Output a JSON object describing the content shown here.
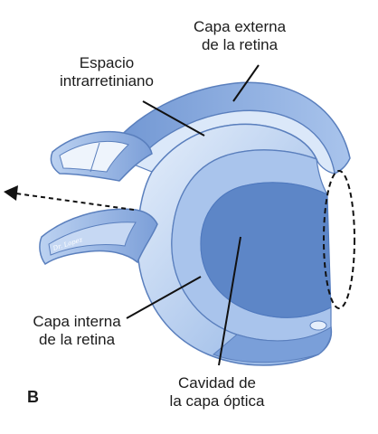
{
  "labels": {
    "outer_layer": [
      "Capa externa",
      "de la retina"
    ],
    "intraretinal_space": [
      "Espacio",
      "intrarretiniano"
    ],
    "inner_layer": [
      "Capa interna",
      "de la retina"
    ],
    "optic_cup_cavity": [
      "Cavidad de",
      "la capa óptica"
    ]
  },
  "panel_letter": "B",
  "signature": "Dr. Lopez",
  "colors": {
    "tissue_light": "#cfe0f6",
    "tissue_mid": "#8fb2e4",
    "tissue_dark": "#4f79bf",
    "outline": "#5a7fbd",
    "leader_line": "#111111"
  }
}
